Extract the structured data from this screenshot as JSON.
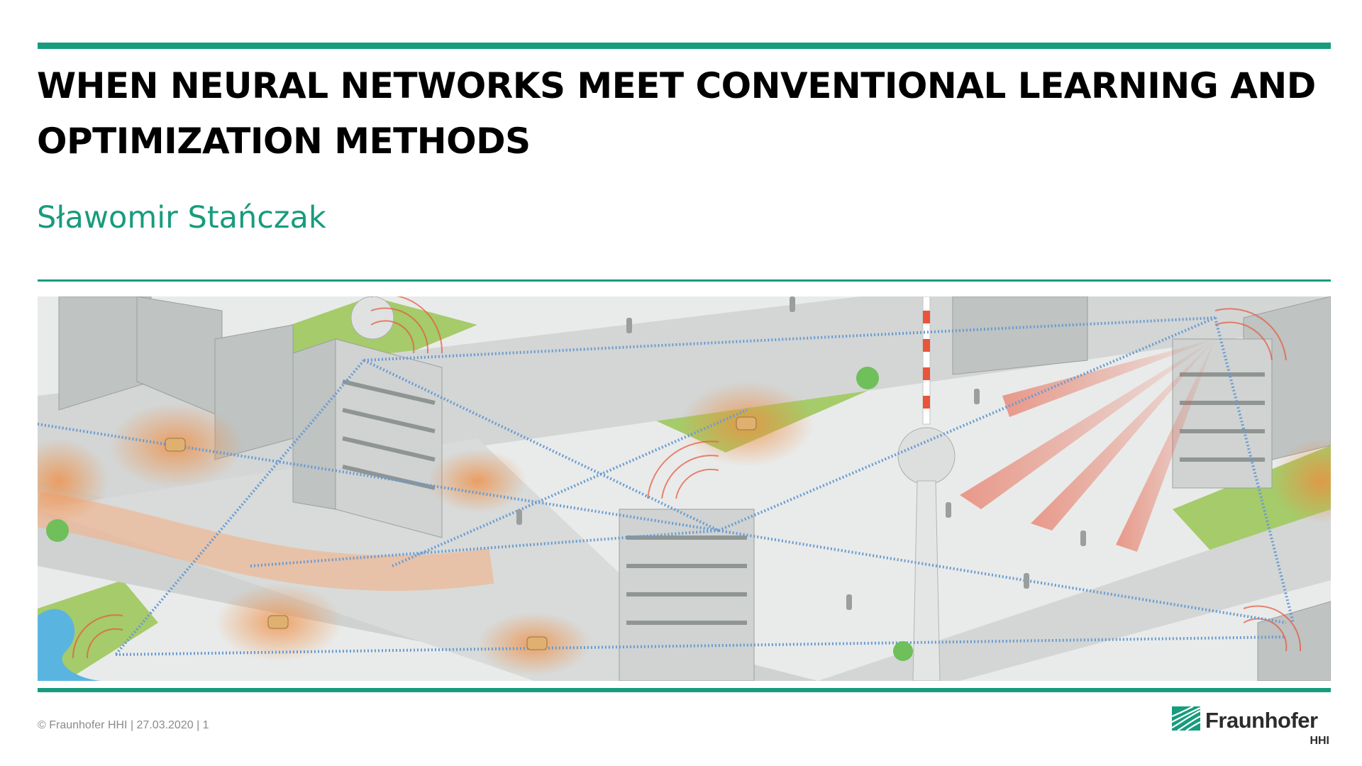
{
  "slide": {
    "title": "WHEN NEURAL NETWORKS MEET CONVENTIONAL LEARNING AND OPTIMIZATION METHODS",
    "author": "Sławomir Stańczak",
    "footer": "© Fraunhofer HHI | 27.03.2020 | 1"
  },
  "logo": {
    "brand": "Fraunhofer",
    "unit": "HHI"
  },
  "colors": {
    "accent": "#179c7d",
    "signal": "#e8553a",
    "link": "#6a9bd1"
  },
  "icons": [
    "fraunhofer-logo-mark"
  ]
}
